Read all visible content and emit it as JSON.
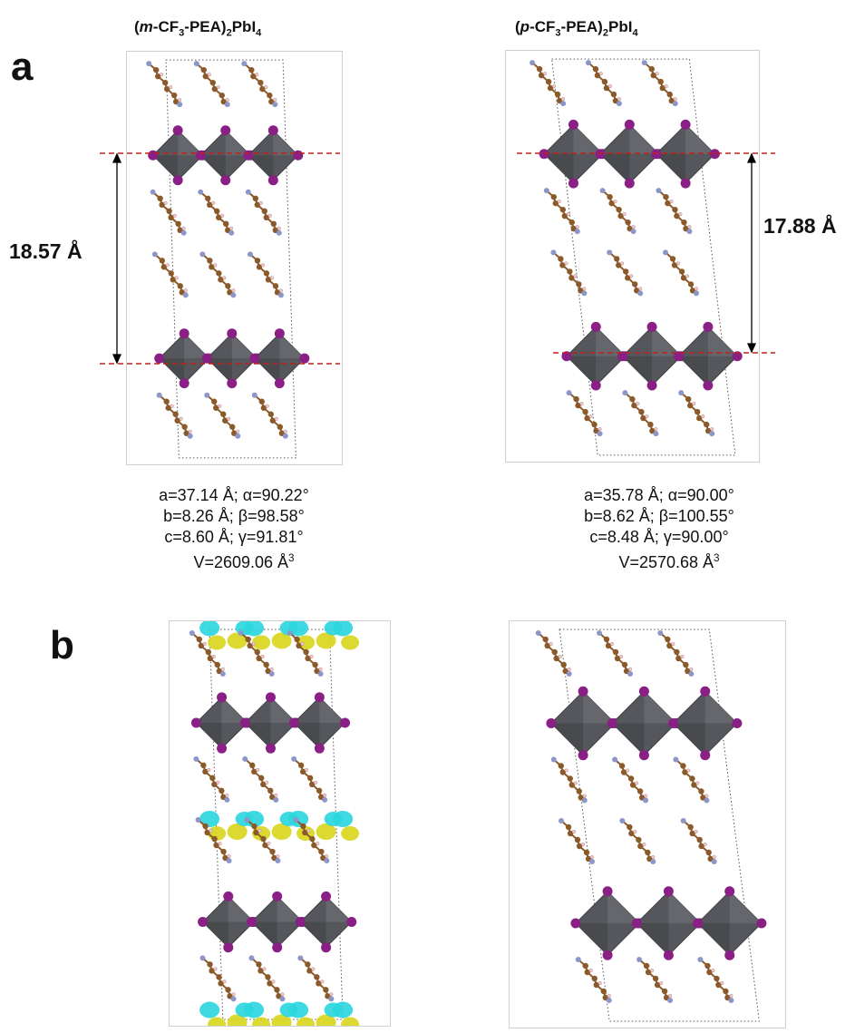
{
  "titles": {
    "left": {
      "open": "(",
      "prefix": "m",
      "mid": "-CF",
      "sub1": "3",
      "mid2": "-PEA)",
      "sub2": "2",
      "mid3": "PbI",
      "sub3": "4"
    },
    "right": {
      "open": "(",
      "prefix": "p",
      "mid": "-CF",
      "sub1": "3",
      "mid2": "-PEA)",
      "sub2": "2",
      "mid3": "PbI",
      "sub3": "4"
    }
  },
  "panels": {
    "a": "a",
    "b": "b"
  },
  "distances": {
    "left": "18.57 Å",
    "right": "17.88 Å"
  },
  "params_left": {
    "line1": "a=37.14 Å; α=90.22°",
    "line2": "b=8.26 Å; β=98.58°",
    "line3": "c=8.60 Å; γ=91.81°",
    "line4": "V=2609.06 Å",
    "line4_sup": "3"
  },
  "params_right": {
    "line1": "a=35.78 Å; α=90.00°",
    "line2": "b=8.62 Å; β=100.55°",
    "line3": "c=8.48 Å; γ=90.00°",
    "line4": "V=2570.68 Å",
    "line4_sup": "3"
  },
  "colors": {
    "octahedron": "#55575c",
    "iodine": "#8a1f86",
    "carbon": "#8b5a2b",
    "nitrogen": "#8c96c8",
    "hydrogen": "#f2c9c9",
    "dashed_line": "#c0201a",
    "density_yellow": "#d8d61a",
    "density_cyan": "#2ad6de"
  }
}
